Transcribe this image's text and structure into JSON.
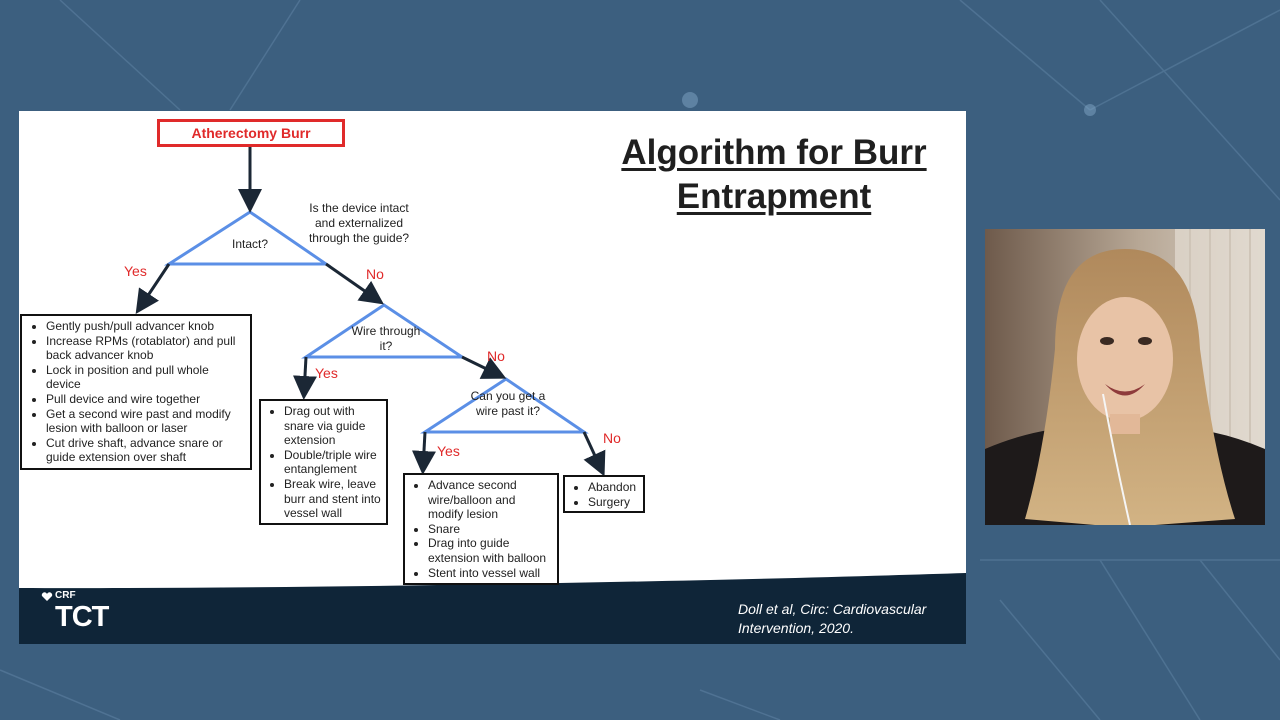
{
  "slide": {
    "title": "Algorithm for Burr Entrapment",
    "start_box": "Atherectomy Burr",
    "question_note": "Is the device intact and externalized through the guide?",
    "decisions": {
      "intact": "Intact?",
      "wire_through": "Wire through it?",
      "wire_past": "Can you get a wire past it?"
    },
    "yes_label": "Yes",
    "no_label": "No",
    "box_intact_yes": [
      "Gently push/pull advancer knob",
      "Increase RPMs (rotablator) and pull back advancer knob",
      "Lock in position and pull whole device",
      "Pull device and wire together",
      "Get a second wire past and modify lesion with balloon or laser",
      "Cut drive shaft, advance snare or guide extension over shaft"
    ],
    "box_wire_yes": [
      "Drag out with snare via guide extension",
      "Double/triple wire entanglement",
      "Break wire, leave burr and stent into vessel wall"
    ],
    "box_past_yes": [
      "Advance second wire/balloon and modify lesion",
      "Snare",
      "Drag into guide extension with balloon",
      "Stent into vessel wall"
    ],
    "box_past_no": [
      "Abandon",
      "Surgery"
    ],
    "footer": {
      "logo_small": "CRF",
      "logo_main": "TCT",
      "citation_line1": "Doll et al, Circ: Cardiovascular",
      "citation_line2": "Intervention, 2020."
    }
  },
  "colors": {
    "background": "#3c5f7f",
    "start_border": "#e02a2a",
    "decision_stroke": "#5b8fe6",
    "arrow": "#1b2735",
    "yes_no": "#e02a2a",
    "footer": "#0f2538"
  }
}
